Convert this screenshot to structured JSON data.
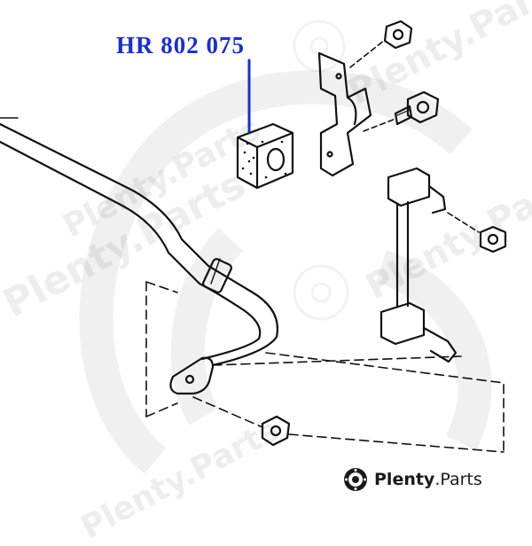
{
  "part_label": {
    "text": "HR 802 075",
    "color": "#1a2fd6"
  },
  "watermark": {
    "text": "Plenty.Parts"
  },
  "brand": {
    "name": "Plenty",
    "tld": ".Parts",
    "logo_icon": "brake-disc-icon"
  }
}
